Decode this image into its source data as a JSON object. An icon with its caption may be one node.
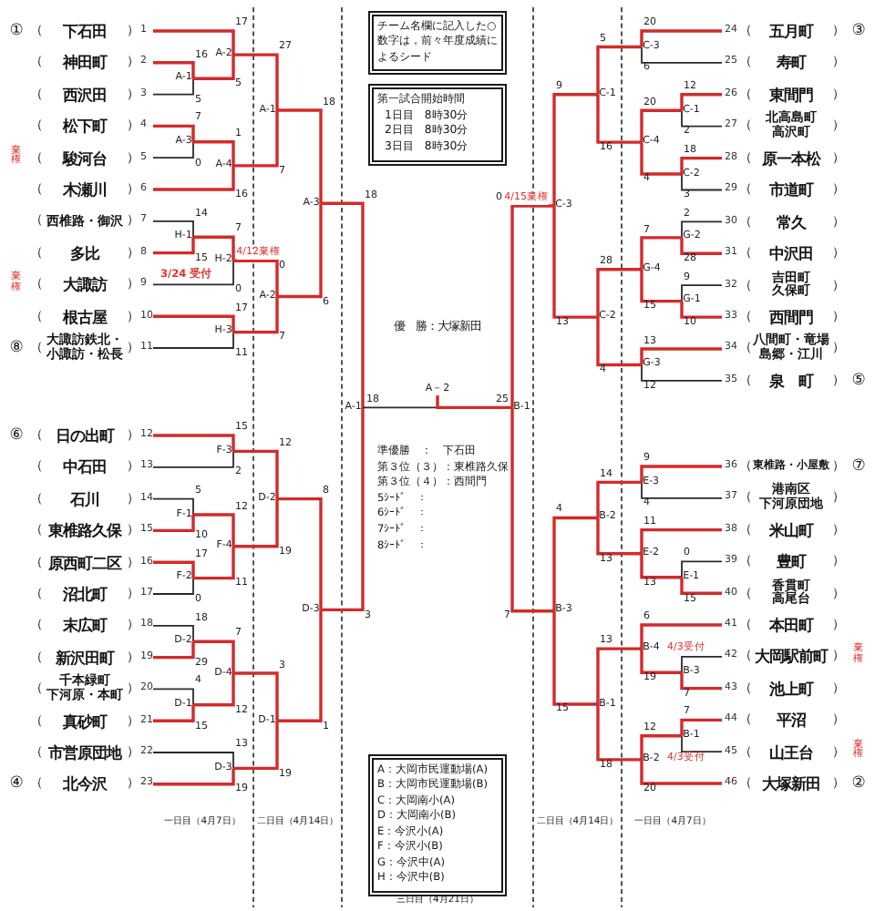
{
  "diagram": {
    "nodes": [
      {
        "text": [
          "下石田"
        ],
        "beside": [
          "（",
          "）",
          "1",
          "①"
        ]
      },
      {
        "text": [
          "神田町"
        ],
        "beside": [
          "（",
          "）",
          "2"
        ]
      },
      {
        "text": [
          "西沢田"
        ],
        "beside": [
          "（",
          "）",
          "3"
        ]
      },
      {
        "text": [
          "松下町"
        ],
        "beside": [
          "（",
          "）",
          "4"
        ]
      },
      {
        "text": [
          "駿河台"
        ],
        "beside": [
          "（",
          "）",
          "5",
          "棄権"
        ]
      },
      {
        "text": [
          "木瀬川"
        ],
        "beside": [
          "（",
          "）",
          "6"
        ]
      },
      {
        "text": [
          "西椎路・御沢"
        ],
        "beside": [
          "（",
          "）",
          "7"
        ]
      },
      {
        "text": [
          "多比"
        ],
        "beside": [
          "（",
          "）",
          "8"
        ]
      },
      {
        "text": [
          "大諏訪"
        ],
        "beside": [
          "（",
          "）",
          "9",
          "棄権"
        ]
      },
      {
        "text": [
          "根古屋"
        ],
        "beside": [
          "（",
          "）",
          "10"
        ]
      },
      {
        "text": [
          "大諏訪鉄北・小諏訪・松長"
        ],
        "beside": [
          "（",
          "）",
          "11",
          "⑧"
        ]
      },
      {
        "text": [
          "日の出町"
        ],
        "beside": [
          "（",
          "）",
          "12",
          "⑥"
        ]
      },
      {
        "text": [
          "中石田"
        ],
        "beside": [
          "（",
          "）",
          "13"
        ]
      },
      {
        "text": [
          "石川"
        ],
        "beside": [
          "（",
          "）",
          "14"
        ]
      },
      {
        "text": [
          "東椎路久保"
        ],
        "beside": [
          "（",
          "）",
          "15"
        ]
      },
      {
        "text": [
          "原西町二区"
        ],
        "beside": [
          "（",
          "）",
          "16"
        ]
      },
      {
        "text": [
          "沼北町"
        ],
        "beside": [
          "（",
          "）",
          "17"
        ]
      },
      {
        "text": [
          "末広町"
        ],
        "beside": [
          "（",
          "）",
          "18"
        ]
      },
      {
        "text": [
          "新沢田町"
        ],
        "beside": [
          "（",
          "）",
          "19"
        ]
      },
      {
        "text": [
          "千本緑町下河原・本町"
        ],
        "beside": [
          "（",
          "）",
          "20"
        ]
      },
      {
        "text": [
          "真砂町"
        ],
        "beside": [
          "（",
          "）",
          "21"
        ]
      },
      {
        "text": [
          "市営原団地"
        ],
        "beside": [
          "（",
          "）",
          "22"
        ]
      },
      {
        "text": [
          "北今沢"
        ],
        "beside": [
          "（",
          "）",
          "23",
          "④"
        ]
      },
      {
        "text": [
          "五月町"
        ],
        "beside": [
          "（",
          "）",
          "24",
          "③"
        ]
      },
      {
        "text": [
          "寿町"
        ],
        "beside": [
          "（",
          "）",
          "25"
        ]
      },
      {
        "text": [
          "東間門"
        ],
        "beside": [
          "（",
          "）",
          "26"
        ]
      },
      {
        "text": [
          "北高島町高沢町"
        ],
        "beside": [
          "（",
          "）",
          "27"
        ]
      },
      {
        "text": [
          "原一本松"
        ],
        "beside": [
          "（",
          "）",
          "28"
        ]
      },
      {
        "text": [
          "市道町"
        ],
        "beside": [
          "（",
          "）",
          "29"
        ]
      },
      {
        "text": [
          "常久"
        ],
        "beside": [
          "（",
          "）",
          "30"
        ]
      },
      {
        "text": [
          "中沢田"
        ],
        "beside": [
          "（",
          "）",
          "31"
        ]
      },
      {
        "text": [
          "吉田町久保町"
        ],
        "beside": [
          "（",
          "）",
          "32"
        ]
      },
      {
        "text": [
          "西間門"
        ],
        "beside": [
          "（",
          "）",
          "33"
        ]
      },
      {
        "text": [
          "八間町・竜場島郷・江川"
        ],
        "beside": [
          "（",
          "）",
          "34"
        ]
      },
      {
        "text": [
          "泉　町"
        ],
        "beside": [
          "（",
          "）",
          "35",
          "⑤"
        ]
      },
      {
        "text": [
          "東椎路・小屋敷"
        ],
        "beside": [
          "（",
          "）",
          "36",
          "⑦"
        ]
      },
      {
        "text": [
          "港南区下河原団地"
        ],
        "beside": [
          "（",
          "）",
          "37"
        ]
      },
      {
        "text": [
          "米山町"
        ],
        "beside": [
          "（",
          "）",
          "38"
        ]
      },
      {
        "text": [
          "豊町"
        ],
        "beside": [
          "（",
          "）",
          "39"
        ]
      },
      {
        "text": [
          "香貫町高尾台"
        ],
        "beside": [
          "（",
          "）",
          "40"
        ]
      },
      {
        "text": [
          "本田町"
        ],
        "beside": [
          "（",
          "）",
          "41"
        ]
      },
      {
        "text": [
          "大岡駅前町"
        ],
        "beside": [
          "（",
          "）",
          "42",
          "棄権"
        ]
      },
      {
        "text": [
          "池上町"
        ],
        "beside": [
          "（",
          "）",
          "43"
        ]
      },
      {
        "text": [
          "平沼"
        ],
        "beside": [
          "（",
          "）",
          "44"
        ]
      },
      {
        "text": [
          "山王台"
        ],
        "beside": [
          "（",
          "）",
          "45",
          "棄権"
        ]
      },
      {
        "text": [
          "大塚新田"
        ],
        "beside": [
          "（",
          "）",
          "46",
          "②"
        ]
      },
      {
        "text": [
          "A-1"
        ]
      },
      {
        "text": [
          "A-2"
        ]
      },
      {
        "text": [
          "A-3"
        ]
      },
      {
        "text": [
          "A-4"
        ]
      },
      {
        "text": [
          "H-1"
        ]
      },
      {
        "text": [
          "H-2"
        ]
      },
      {
        "text": [
          "H-3"
        ]
      },
      {
        "text": [
          "A-1"
        ]
      },
      {
        "text": [
          "A-2"
        ]
      },
      {
        "text": [
          "A-3"
        ]
      },
      {
        "text": [
          "F-3"
        ]
      },
      {
        "text": [
          "F-1"
        ]
      },
      {
        "text": [
          "F-2"
        ]
      },
      {
        "text": [
          "F-4"
        ]
      },
      {
        "text": [
          "D-2"
        ]
      },
      {
        "text": [
          "D-1"
        ]
      },
      {
        "text": [
          "D-4"
        ]
      },
      {
        "text": [
          "D-3"
        ]
      },
      {
        "text": [
          "D-2"
        ]
      },
      {
        "text": [
          "D-1"
        ]
      },
      {
        "text": [
          "D-3"
        ]
      },
      {
        "text": [
          "A-1"
        ]
      },
      {
        "text": [
          "A－2"
        ]
      },
      {
        "text": [
          "B-1"
        ]
      },
      {
        "text": [
          "C-3"
        ]
      },
      {
        "text": [
          "C-1"
        ]
      },
      {
        "text": [
          "C-2"
        ]
      },
      {
        "text": [
          "C-4"
        ]
      },
      {
        "text": [
          "G-2"
        ]
      },
      {
        "text": [
          "G-1"
        ]
      },
      {
        "text": [
          "G-4"
        ]
      },
      {
        "text": [
          "G-3"
        ]
      },
      {
        "text": [
          "C-1"
        ]
      },
      {
        "text": [
          "C-2"
        ]
      },
      {
        "text": [
          "C-3"
        ]
      },
      {
        "text": [
          "E-3"
        ]
      },
      {
        "text": [
          "E-2"
        ]
      },
      {
        "text": [
          "E-1"
        ]
      },
      {
        "text": [
          "B-4"
        ]
      },
      {
        "text": [
          "B-3"
        ]
      },
      {
        "text": [
          "B-1"
        ]
      },
      {
        "text": [
          "B-2"
        ]
      },
      {
        "text": [
          "B-2"
        ]
      },
      {
        "text": [
          "B-1"
        ]
      },
      {
        "text": [
          "B-3"
        ]
      },
      {
        "text": [
          "チーム名欄に記入した○数字は，前々年度成績によるシード"
        ]
      },
      {
        "text": [
          "第一試合開始時間",
          "1日目　8時30分",
          "2日目　8時30分",
          "3日目　8時30分"
        ]
      },
      {
        "text": [
          "A：大岡市民運動場(A)",
          "B：大岡市民運動場(B)",
          "C：大岡南小(A)",
          "D：大岡南小(B)",
          "E：今沢小(A)",
          "F：今沢小(B)",
          "G：今沢中(A)",
          "H：今沢中(B)"
        ]
      }
    ],
    "edges": [
      {
        "from": 1,
        "to": 46,
        "arrow": "none",
        "label": "16"
      },
      {
        "from": 2,
        "to": 46,
        "arrow": "none",
        "label": "5",
        "color": "#2a2a2a"
      },
      {
        "from": 0,
        "to": 47,
        "arrow": "none",
        "label": "17"
      },
      {
        "from": 46,
        "to": 47,
        "arrow": "none",
        "label": "5"
      },
      {
        "from": 3,
        "to": 48,
        "arrow": "none",
        "label": "7"
      },
      {
        "from": 4,
        "to": 48,
        "arrow": "none",
        "label": "0",
        "color": "#2a2a2a"
      },
      {
        "from": 48,
        "to": 49,
        "arrow": "none",
        "label": "1"
      },
      {
        "from": 5,
        "to": 49,
        "arrow": "none",
        "label": "16"
      },
      {
        "from": 6,
        "to": 50,
        "arrow": "none",
        "label": "14",
        "color": "#2a2a2a"
      },
      {
        "from": 7,
        "to": 50,
        "arrow": "none",
        "label": "15"
      },
      {
        "from": 50,
        "to": 51,
        "arrow": "none",
        "label": "7"
      },
      {
        "from": 8,
        "to": 51,
        "arrow": "none",
        "label": "0",
        "color": "#2a2a2a"
      },
      {
        "from": 9,
        "to": 52,
        "arrow": "none",
        "label": "17"
      },
      {
        "from": 10,
        "to": 52,
        "arrow": "none",
        "label": "11",
        "color": "#2a2a2a"
      },
      {
        "from": 47,
        "to": 53,
        "arrow": "none",
        "label": "27"
      },
      {
        "from": 49,
        "to": 53,
        "arrow": "none",
        "label": "7"
      },
      {
        "from": 51,
        "to": 54,
        "arrow": "none",
        "label": "0"
      },
      {
        "from": 52,
        "to": 54,
        "arrow": "none",
        "label": "7"
      },
      {
        "from": 53,
        "to": 55,
        "arrow": "none",
        "label": "18"
      },
      {
        "from": 54,
        "to": 55,
        "arrow": "none",
        "label": "6"
      },
      {
        "from": 11,
        "to": 56,
        "arrow": "none",
        "label": "15"
      },
      {
        "from": 12,
        "to": 56,
        "arrow": "none",
        "label": "2",
        "color": "#2a2a2a"
      },
      {
        "from": 13,
        "to": 57,
        "arrow": "none",
        "label": "5",
        "color": "#2a2a2a"
      },
      {
        "from": 14,
        "to": 57,
        "arrow": "none",
        "label": "10"
      },
      {
        "from": 15,
        "to": 58,
        "arrow": "none",
        "label": "17"
      },
      {
        "from": 16,
        "to": 58,
        "arrow": "none",
        "label": "0",
        "color": "#2a2a2a"
      },
      {
        "from": 57,
        "to": 59,
        "arrow": "none",
        "label": "12"
      },
      {
        "from": 58,
        "to": 59,
        "arrow": "none",
        "label": "11"
      },
      {
        "from": 17,
        "to": 60,
        "arrow": "none",
        "label": "18",
        "color": "#2a2a2a"
      },
      {
        "from": 18,
        "to": 60,
        "arrow": "none",
        "label": "29"
      },
      {
        "from": 19,
        "to": 61,
        "arrow": "none",
        "label": "4",
        "color": "#2a2a2a"
      },
      {
        "from": 20,
        "to": 61,
        "arrow": "none",
        "label": "15"
      },
      {
        "from": 60,
        "to": 62,
        "arrow": "none",
        "label": "7"
      },
      {
        "from": 61,
        "to": 62,
        "arrow": "none",
        "label": "12"
      },
      {
        "from": 21,
        "to": 63,
        "arrow": "none",
        "label": "13",
        "color": "#2a2a2a"
      },
      {
        "from": 22,
        "to": 63,
        "arrow": "none",
        "label": "19"
      },
      {
        "from": 56,
        "to": 64,
        "arrow": "none",
        "label": "12"
      },
      {
        "from": 59,
        "to": 64,
        "arrow": "none",
        "label": "19"
      },
      {
        "from": 62,
        "to": 65,
        "arrow": "none",
        "label": "3"
      },
      {
        "from": 63,
        "to": 65,
        "arrow": "none",
        "label": "19"
      },
      {
        "from": 64,
        "to": 66,
        "arrow": "none",
        "label": "8"
      },
      {
        "from": 65,
        "to": 66,
        "arrow": "none",
        "label": "1"
      },
      {
        "from": 55,
        "to": 67,
        "arrow": "none",
        "label": "18"
      },
      {
        "from": 66,
        "to": 67,
        "arrow": "none",
        "label": "3"
      },
      {
        "from": 67,
        "to": 68,
        "arrow": "none",
        "label": "18",
        "color": "#2a2a2a"
      },
      {
        "from": 69,
        "to": 68,
        "arrow": "none",
        "label": "25"
      },
      {
        "from": 80,
        "to": 69,
        "arrow": "none",
        "label": "0"
      },
      {
        "from": 90,
        "to": 69,
        "arrow": "none",
        "label": "7"
      },
      {
        "from": 23,
        "to": 70,
        "arrow": "none",
        "label": "20"
      },
      {
        "from": 24,
        "to": 70,
        "arrow": "none",
        "label": "6",
        "color": "#2a2a2a"
      },
      {
        "from": 25,
        "to": 71,
        "arrow": "none",
        "label": "12"
      },
      {
        "from": 26,
        "to": 71,
        "arrow": "none",
        "label": "2",
        "color": "#2a2a2a"
      },
      {
        "from": 27,
        "to": 72,
        "arrow": "none",
        "label": "18"
      },
      {
        "from": 28,
        "to": 72,
        "arrow": "none",
        "label": "3",
        "color": "#2a2a2a"
      },
      {
        "from": 71,
        "to": 73,
        "arrow": "none",
        "label": "20"
      },
      {
        "from": 72,
        "to": 73,
        "arrow": "none",
        "label": "4"
      },
      {
        "from": 29,
        "to": 74,
        "arrow": "none",
        "label": "2",
        "color": "#2a2a2a"
      },
      {
        "from": 30,
        "to": 74,
        "arrow": "none",
        "label": "28"
      },
      {
        "from": 31,
        "to": 75,
        "arrow": "none",
        "label": "9",
        "color": "#2a2a2a"
      },
      {
        "from": 32,
        "to": 75,
        "arrow": "none",
        "label": "10"
      },
      {
        "from": 74,
        "to": 76,
        "arrow": "none",
        "label": "7"
      },
      {
        "from": 75,
        "to": 76,
        "arrow": "none",
        "label": "15"
      },
      {
        "from": 33,
        "to": 77,
        "arrow": "none",
        "label": "13"
      },
      {
        "from": 34,
        "to": 77,
        "arrow": "none",
        "label": "12",
        "color": "#2a2a2a"
      },
      {
        "from": 70,
        "to": 78,
        "arrow": "none",
        "label": "5"
      },
      {
        "from": 73,
        "to": 78,
        "arrow": "none",
        "label": "16"
      },
      {
        "from": 76,
        "to": 79,
        "arrow": "none",
        "label": "28"
      },
      {
        "from": 77,
        "to": 79,
        "arrow": "none",
        "label": "4"
      },
      {
        "from": 78,
        "to": 80,
        "arrow": "none",
        "label": "9"
      },
      {
        "from": 79,
        "to": 80,
        "arrow": "none",
        "label": "13"
      },
      {
        "from": 35,
        "to": 81,
        "arrow": "none",
        "label": "9"
      },
      {
        "from": 36,
        "to": 81,
        "arrow": "none",
        "label": "4",
        "color": "#2a2a2a"
      },
      {
        "from": 37,
        "to": 82,
        "arrow": "none",
        "label": "11"
      },
      {
        "from": 83,
        "to": 82,
        "arrow": "none",
        "label": "13"
      },
      {
        "from": 38,
        "to": 83,
        "arrow": "none",
        "label": "0",
        "color": "#2a2a2a"
      },
      {
        "from": 39,
        "to": 83,
        "arrow": "none",
        "label": "15"
      },
      {
        "from": 40,
        "to": 84,
        "arrow": "none",
        "label": "6"
      },
      {
        "from": 85,
        "to": 84,
        "arrow": "none",
        "label": "19"
      },
      {
        "from": 41,
        "to": 85,
        "arrow": "none",
        "color": "#2a2a2a"
      },
      {
        "from": 42,
        "to": 85,
        "arrow": "none",
        "label": "7"
      },
      {
        "from": 43,
        "to": 86,
        "arrow": "none",
        "label": "7"
      },
      {
        "from": 44,
        "to": 86,
        "arrow": "none",
        "color": "#2a2a2a"
      },
      {
        "from": 86,
        "to": 87,
        "arrow": "none",
        "label": "12"
      },
      {
        "from": 45,
        "to": 87,
        "arrow": "none",
        "label": "20"
      },
      {
        "from": 81,
        "to": 88,
        "arrow": "none",
        "label": "14"
      },
      {
        "from": 82,
        "to": 88,
        "arrow": "none",
        "label": "13"
      },
      {
        "from": 84,
        "to": 89,
        "arrow": "none",
        "label": "13"
      },
      {
        "from": 87,
        "to": 89,
        "arrow": "none",
        "label": "18"
      },
      {
        "from": 88,
        "to": 90,
        "arrow": "none",
        "label": "4"
      },
      {
        "from": 89,
        "to": 90,
        "arrow": "none",
        "label": "15"
      }
    ],
    "labels": [
      "4/12棄権",
      "3/24 受付",
      "4/15棄権",
      "優　勝：大塚新田",
      "準優勝　：　下石田",
      "第３位（３）：東椎路久保",
      "第３位（４）：西間門",
      "5ｼｰﾄﾞ　：",
      "6ｼｰﾄﾞ　：",
      "7ｼｰﾄﾞ　：",
      "8ｼｰﾄﾞ　：",
      "4/3受付",
      "4/3受付",
      "一日目（4月7日）",
      "二日目（4月14日）",
      "二日目（4月14日）",
      "一日目（4月7日）",
      "三日目（4月21日）"
    ]
  }
}
